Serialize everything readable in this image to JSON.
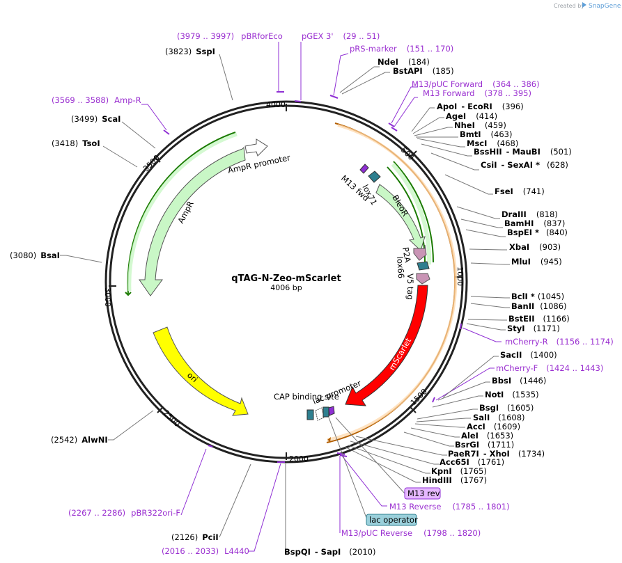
{
  "credit": {
    "prefix": "Created by",
    "brand": "SnapGene"
  },
  "map": {
    "name": "qTAG-N-Zeo-mScarlet",
    "length": "4006 bp"
  },
  "ticks": [
    {
      "label": "500"
    },
    {
      "label": "1000"
    },
    {
      "label": "1500"
    },
    {
      "label": "2000"
    },
    {
      "label": "2500"
    },
    {
      "label": "3000"
    },
    {
      "label": "3500"
    },
    {
      "label": "4000"
    }
  ],
  "features": [
    {
      "name": "AmpR",
      "color": "#c9f7c6"
    },
    {
      "name": "AmpR promoter",
      "color": "#ffffff"
    },
    {
      "name": "ori",
      "color": "#ffff00"
    },
    {
      "name": "mScarlet",
      "color": "#ff0000"
    },
    {
      "name": "BleoR",
      "color": "#c9f7c6"
    },
    {
      "name": "lox71",
      "color": "#2e7f8f"
    },
    {
      "name": "M13 fwd",
      "color": "#8f2fd4"
    },
    {
      "name": "P2A",
      "color": "#c994b5"
    },
    {
      "name": "lox66",
      "color": "#2e7f8f"
    },
    {
      "name": "V5 tag",
      "color": "#c994b5"
    },
    {
      "name": "CAP binding site",
      "color": "#2e7f8f"
    },
    {
      "name": "lac promoter",
      "color": "#ffffff"
    }
  ],
  "sites": [
    {
      "pos": "(3823)",
      "name": "SspI"
    },
    {
      "pos": "(3499)",
      "name": "ScaI"
    },
    {
      "pos": "(3418)",
      "name": "TsoI"
    },
    {
      "pos": "(3080)",
      "name": "BsaI"
    },
    {
      "pos": "(2542)",
      "name": "AlwNI"
    },
    {
      "pos": "(2126)",
      "name": "PciI"
    },
    {
      "name": "NdeI",
      "pos": "(184)"
    },
    {
      "name": "BstAPI",
      "pos": "(185)"
    },
    {
      "name": "ApoI",
      "sep": "- EcoRI",
      "pos": "(396)"
    },
    {
      "name": "AgeI",
      "pos": "(414)"
    },
    {
      "name": "NheI",
      "pos": "(459)"
    },
    {
      "name": "BmtI",
      "pos": "(463)"
    },
    {
      "name": "MscI",
      "pos": "(468)"
    },
    {
      "name": "BssHII",
      "sep": "- MauBI",
      "pos": "(501)"
    },
    {
      "name": "CsiI",
      "sep": "- SexAI *",
      "pos": "(628)"
    },
    {
      "name": "FseI",
      "pos": "(741)"
    },
    {
      "name": "DraIII",
      "pos": "(818)"
    },
    {
      "name": "BamHI",
      "pos": "(837)"
    },
    {
      "name": "BspEI *",
      "pos": "(840)"
    },
    {
      "name": "XbaI",
      "pos": "(903)"
    },
    {
      "name": "MluI",
      "pos": "(945)"
    },
    {
      "name": "BclI *",
      "pos": "(1045)"
    },
    {
      "name": "BanII",
      "pos": "(1086)"
    },
    {
      "name": "BstEII",
      "pos": "(1166)"
    },
    {
      "name": "StyI",
      "pos": "(1171)"
    },
    {
      "name": "SacII",
      "pos": "(1400)"
    },
    {
      "name": "BbsI",
      "pos": "(1446)"
    },
    {
      "name": "NotI",
      "pos": "(1535)"
    },
    {
      "name": "BsgI",
      "pos": "(1605)"
    },
    {
      "name": "SalI",
      "pos": "(1608)"
    },
    {
      "name": "AccI",
      "pos": "(1609)"
    },
    {
      "name": "AleI",
      "pos": "(1653)"
    },
    {
      "name": "BsrGI",
      "pos": "(1711)"
    },
    {
      "name": "PaeR7I",
      "sep": "- XhoI",
      "pos": "(1734)"
    },
    {
      "name": "Acc65I",
      "pos": "(1761)"
    },
    {
      "name": "KpnI",
      "pos": "(1765)"
    },
    {
      "name": "HindIII",
      "pos": "(1767)"
    },
    {
      "name": "BspQI",
      "sep": "- SapI",
      "pos": "(2010)"
    }
  ],
  "primers": [
    {
      "range": "(3979 .. 3997)",
      "name": "pBRforEco"
    },
    {
      "name": "pGEX 3'",
      "range": "(29 .. 51)"
    },
    {
      "name": "pRS-marker",
      "range": "(151 .. 170)"
    },
    {
      "name": "M13/pUC Forward",
      "range": "(364 .. 386)"
    },
    {
      "name": "M13 Forward",
      "range": "(378 .. 395)"
    },
    {
      "range": "(3569 .. 3588)",
      "name": "Amp-R"
    },
    {
      "name": "mCherry-R",
      "range": "(1156 .. 1174)"
    },
    {
      "name": "mCherry-F",
      "range": "(1424 .. 1443)"
    },
    {
      "name": "M13 Reverse",
      "range": "(1785 .. 1801)"
    },
    {
      "name": "M13/pUC Reverse",
      "range": "(1798 .. 1820)"
    },
    {
      "range": "(2267 .. 2286)",
      "name": "pBR322ori-F"
    },
    {
      "range": "(2016 .. 2033)",
      "name": "L4440"
    }
  ],
  "boxes": [
    {
      "name": "M13 rev",
      "color": "#e6b8ff"
    },
    {
      "name": "lac operator",
      "color": "#9ad0db"
    }
  ]
}
